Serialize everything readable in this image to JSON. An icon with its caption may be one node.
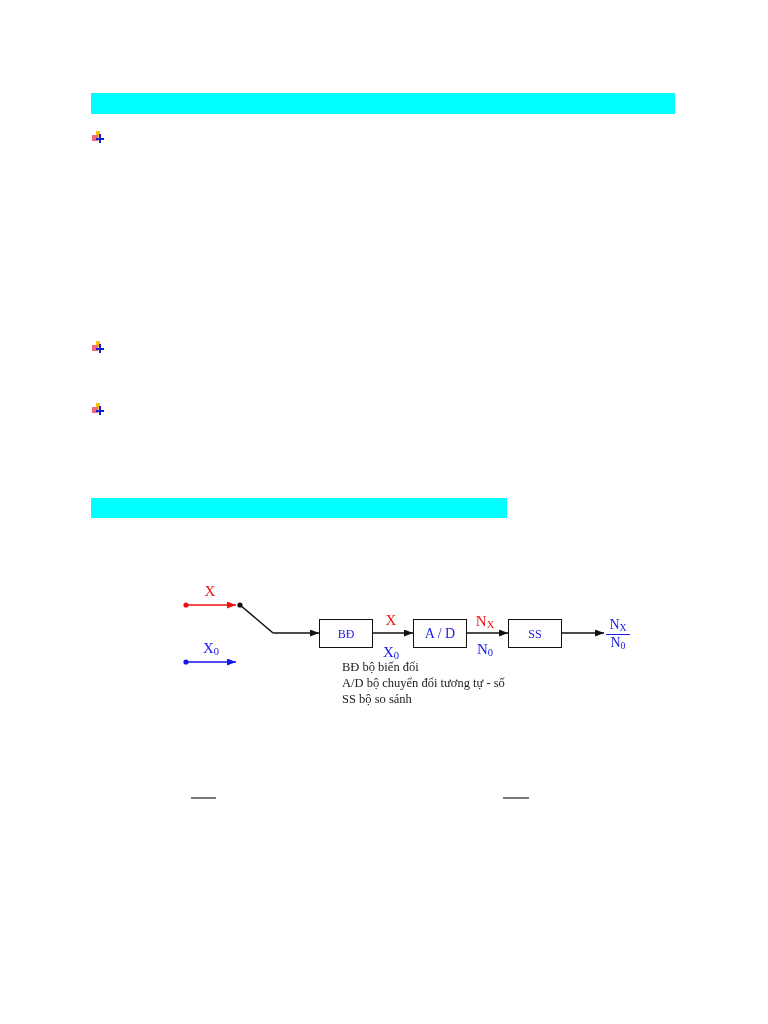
{
  "diagram": {
    "nodes": [
      {
        "text": [],
        "shape": "bar"
      },
      {
        "text": [],
        "shape": "bar"
      },
      {
        "text": [],
        "shape": "switch"
      },
      {
        "text": [
          "BĐ"
        ]
      },
      {
        "text": [
          "A / D"
        ]
      },
      {
        "text": [
          "SS"
        ]
      },
      {
        "text": [
          "N$_{X}$",
          "N$_{0}$"
        ]
      }
    ],
    "edges": [
      {
        "from": null,
        "to": 2,
        "arrow": "to",
        "label": "X",
        "color": "#ee1111"
      },
      {
        "from": null,
        "to": 2,
        "arrow": "to",
        "label": "X$_{0}$",
        "color": "#1515ee"
      },
      {
        "from": 2,
        "to": 3,
        "arrow": "to"
      },
      {
        "from": 3,
        "to": 4,
        "arrow": "to"
      },
      {
        "from": 4,
        "to": 5,
        "arrow": "to"
      },
      {
        "from": 5,
        "to": 6,
        "arrow": "to"
      }
    ],
    "labels": [
      "X",
      "X$_{0}$",
      "N$_{X}$",
      "N$_{0}$",
      "BĐ bộ biến đổi",
      "A/D bộ chuyển đổi tương tự - số",
      "SS bộ so sánh"
    ]
  }
}
